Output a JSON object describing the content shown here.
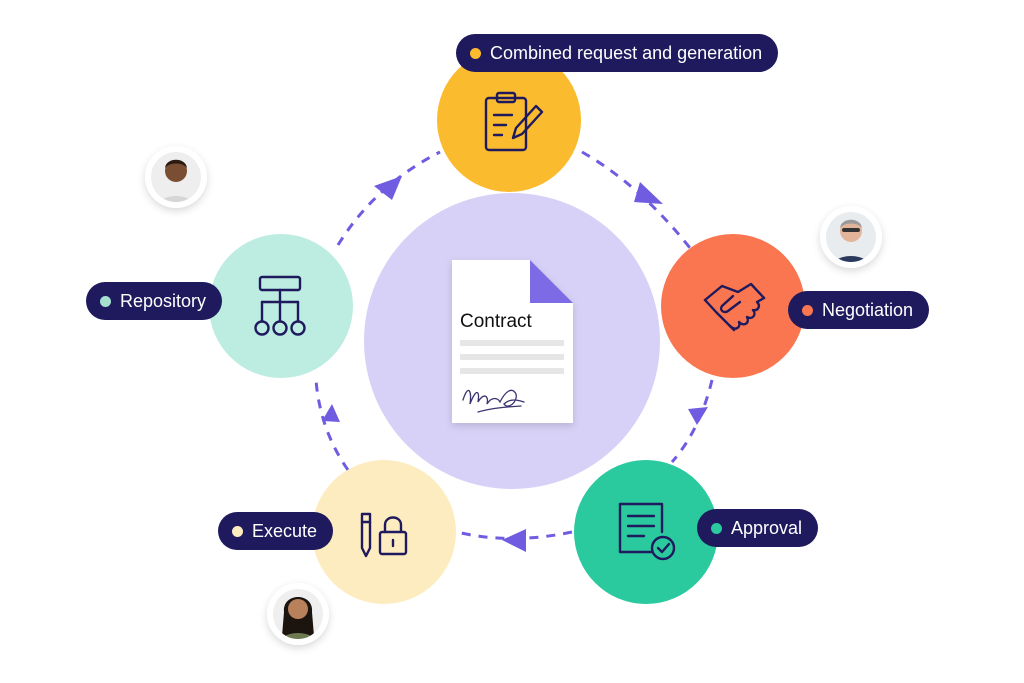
{
  "colors": {
    "label_bg": "#1f1a5e",
    "arrow": "#6f5ce0",
    "icon_stroke": "#1f1a5e",
    "center_circle": "#d8d1f7",
    "doc_corner": "#7d6be6"
  },
  "center": {
    "document_title": "Contract"
  },
  "stages": [
    {
      "label": "Combined request and generation",
      "circle_color": "#fbbb2f",
      "dot_color": "#fbbb2f",
      "icon": "clipboard-edit-icon"
    },
    {
      "label": "Negotiation",
      "circle_color": "#f97650",
      "dot_color": "#f97650",
      "icon": "handshake-icon"
    },
    {
      "label": "Approval",
      "circle_color": "#2bc99e",
      "dot_color": "#2bc99e",
      "icon": "document-check-icon"
    },
    {
      "label": "Execute",
      "circle_color": "#fdecc0",
      "dot_color": "#fdecc0",
      "icon": "pen-lock-icon"
    },
    {
      "label": "Repository",
      "circle_color": "#bdece0",
      "dot_color": "#a6dfd0",
      "icon": "hierarchy-icon"
    }
  ],
  "avatars": [
    {
      "icon": "person-avatar-icon",
      "skin": "#7a4e33",
      "shirt": "#d6d6d6",
      "hair": "#2a1a12"
    },
    {
      "icon": "person-avatar-icon",
      "skin": "#e2b59a",
      "shirt": "#2b3a5c",
      "hair": "#9a9a9a"
    },
    {
      "icon": "person-avatar-icon",
      "skin": "#b9805c",
      "shirt": "#6d7a52",
      "hair": "#1c140f"
    }
  ]
}
